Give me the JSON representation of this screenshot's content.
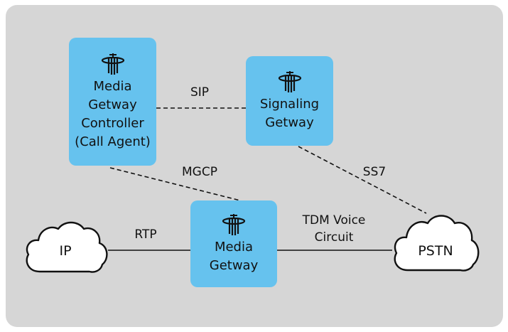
{
  "nodes": {
    "mgc": {
      "lines": [
        "Media",
        "Getway",
        "Controller",
        "(Call Agent)"
      ],
      "icon": "gateway-icon"
    },
    "sg": {
      "lines": [
        "Signaling",
        "Getway"
      ],
      "icon": "gateway-icon"
    },
    "mg": {
      "lines": [
        "Media",
        "Getway"
      ],
      "icon": "gateway-icon"
    }
  },
  "clouds": {
    "ip": "IP",
    "pstn": "PSTN"
  },
  "links": {
    "sip": "SIP",
    "mgcp": "MGCP",
    "ss7": "SS7",
    "rtp": "RTP",
    "tdm": [
      "TDM Voice",
      "Circuit"
    ]
  },
  "colors": {
    "background": "#d6d6d6",
    "node": "#66c2ee",
    "line": "#111111"
  }
}
